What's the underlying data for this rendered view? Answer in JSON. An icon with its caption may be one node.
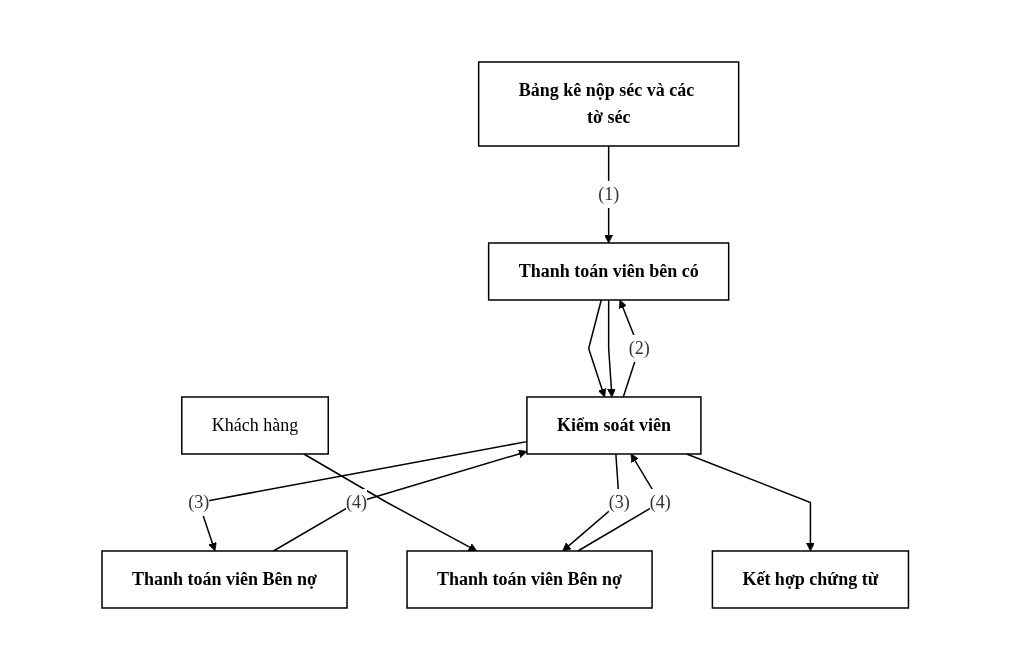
{
  "diagram": {
    "nodes": [
      {
        "text": [
          "Bảng kê nộp séc và các tờ séc"
        ]
      },
      {
        "text": [
          "Khách hàng"
        ]
      },
      {
        "text": [
          "Thanh toán viên bên có"
        ]
      },
      {
        "text": [
          "Thanh toán viên Bên nợ"
        ]
      },
      {
        "text": [
          "Thanh toán viên Bên nợ"
        ]
      },
      {
        "text": [
          "Kiểm soát viên"
        ]
      },
      {
        "text": [
          "Kết hợp chứng từ"
        ]
      }
    ],
    "edges": [
      {
        "from": 0,
        "to": 2,
        "arrow": "to",
        "label": "(1)"
      },
      {
        "from": 1,
        "to": 4,
        "arrow": "to"
      },
      {
        "from": 2,
        "to": 5,
        "arrow": "to"
      },
      {
        "from": 5,
        "to": 2,
        "arrow": "to",
        "label": "(2)"
      },
      {
        "from": 2,
        "to": 5,
        "arrow": "to"
      },
      {
        "from": 5,
        "to": 3,
        "arrow": "to",
        "label": "(3)"
      },
      {
        "from": 3,
        "to": 5,
        "arrow": "to",
        "label": "(4)"
      },
      {
        "from": 5,
        "to": 4,
        "arrow": "to",
        "label": "(3)"
      },
      {
        "from": 4,
        "to": 5,
        "arrow": "to",
        "label": "(4)"
      },
      {
        "from": 5,
        "to": 6,
        "arrow": "to"
      }
    ]
  }
}
